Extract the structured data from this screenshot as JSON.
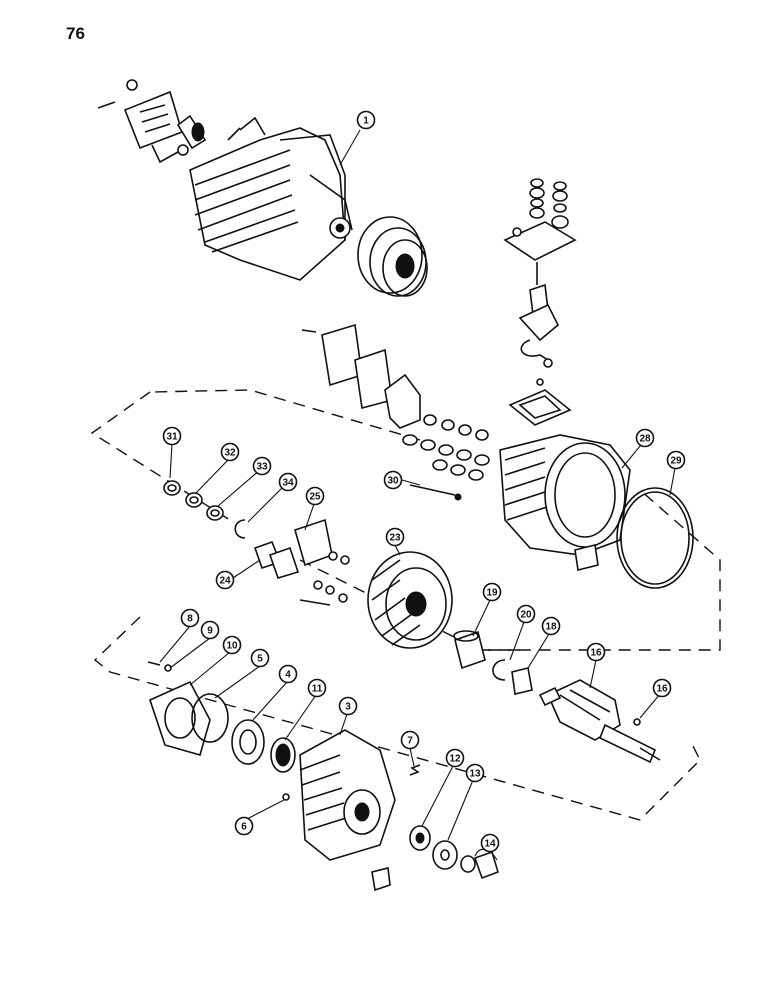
{
  "page": {
    "number": "76"
  },
  "callouts": [
    {
      "id": "c1",
      "label": "1"
    },
    {
      "id": "c3",
      "label": "3"
    },
    {
      "id": "c4",
      "label": "4"
    },
    {
      "id": "c5",
      "label": "5"
    },
    {
      "id": "c6",
      "label": "6"
    },
    {
      "id": "c7",
      "label": "7"
    },
    {
      "id": "c8",
      "label": "8"
    },
    {
      "id": "c9",
      "label": "9"
    },
    {
      "id": "c10",
      "label": "10"
    },
    {
      "id": "c11",
      "label": "11"
    },
    {
      "id": "c12",
      "label": "12"
    },
    {
      "id": "c13",
      "label": "13"
    },
    {
      "id": "c14",
      "label": "14"
    },
    {
      "id": "c16a",
      "label": "16"
    },
    {
      "id": "c16b",
      "label": "16"
    },
    {
      "id": "c18",
      "label": "18"
    },
    {
      "id": "c19",
      "label": "19"
    },
    {
      "id": "c20",
      "label": "20"
    },
    {
      "id": "c23",
      "label": "23"
    },
    {
      "id": "c24",
      "label": "24"
    },
    {
      "id": "c25",
      "label": "25"
    },
    {
      "id": "c28",
      "label": "28"
    },
    {
      "id": "c29",
      "label": "29"
    },
    {
      "id": "c30",
      "label": "30"
    },
    {
      "id": "c31",
      "label": "31"
    },
    {
      "id": "c32",
      "label": "32"
    },
    {
      "id": "c33",
      "label": "33"
    },
    {
      "id": "c34",
      "label": "34"
    }
  ]
}
